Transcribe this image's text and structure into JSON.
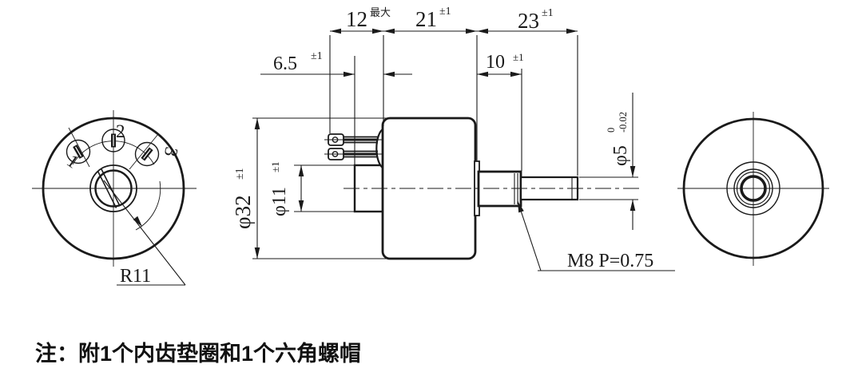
{
  "drawing": {
    "title": "potentiometer-outline-drawing",
    "colors": {
      "line": "#1a1a1a",
      "background": "#ffffff"
    },
    "note": "注：附1个内齿垫圈和1个六角螺帽",
    "dims": {
      "pin_length": {
        "value": "12",
        "tol": "最大"
      },
      "body_length": {
        "value": "21",
        "tol": "±1"
      },
      "shaft_length": {
        "value": "23",
        "tol": "±1"
      },
      "collar_length": {
        "value": "6.5",
        "tol": "±1"
      },
      "bushing_length": {
        "value": "10",
        "tol": "±1"
      },
      "body_dia": {
        "value": "φ32",
        "tol": "±1"
      },
      "collar_dia": {
        "value": "φ11",
        "tol": "±1"
      },
      "shaft_dia": {
        "value": "φ5",
        "tol_upper": "0",
        "tol_lower": "-0.02"
      },
      "thread": {
        "value": "M8 P=0.75"
      },
      "pitch_radius": {
        "value": "R11"
      }
    },
    "terminals": {
      "t1": "1",
      "t2": "2",
      "t3": "3"
    }
  }
}
